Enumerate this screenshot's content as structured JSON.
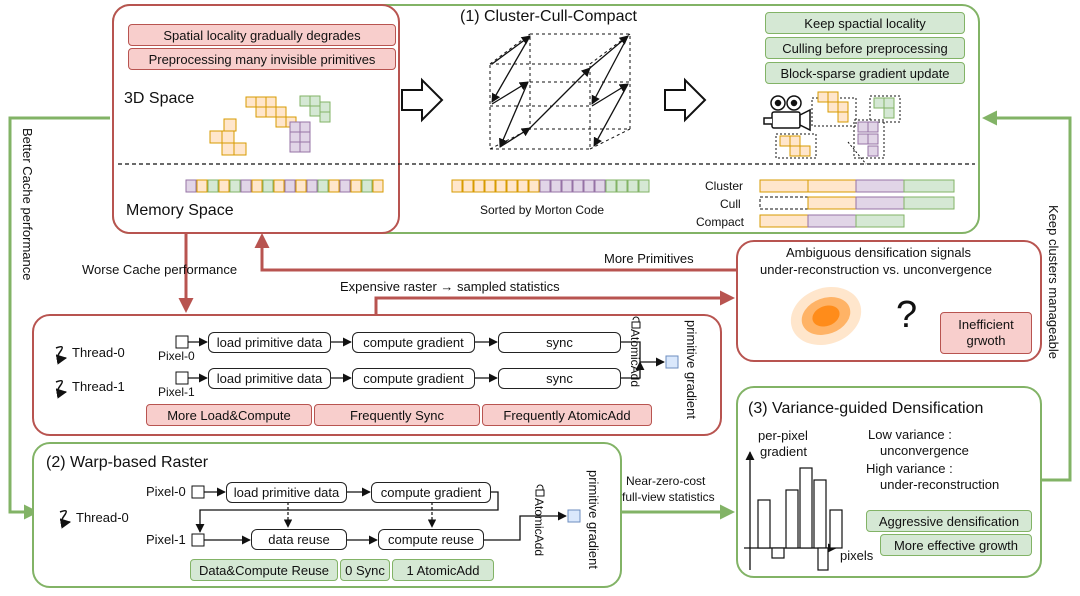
{
  "top": {
    "title": "(1) Cluster-Cull-Compact",
    "problems": [
      "Spatial locality gradually degrades",
      "Preprocessing many invisible primitives"
    ],
    "space_3d": "3D Space",
    "memory_space": "Memory Space",
    "sorted_label": "Sorted by Morton Code",
    "benefits": [
      "Keep spactial locality",
      "Culling before preprocessing",
      "Block-sparse gradient update"
    ],
    "stages": [
      "Cluster",
      "Cull",
      "Compact"
    ]
  },
  "side": {
    "left_label": "Better Cache performance",
    "right_label": "Keep clusters manageable"
  },
  "arrows": {
    "worse_cache": "Worse Cache performance",
    "more_primitives": "More Primitives",
    "expensive_raster": "Expensive raster → sampled statistics",
    "near_zero": [
      "Near-zero-cost",
      "full-view statistics"
    ]
  },
  "naive": {
    "threads": [
      "Thread-0",
      "Thread-1"
    ],
    "pixels": [
      "Pixel-0",
      "Pixel-1"
    ],
    "steps": [
      "load primitive data",
      "compute gradient",
      "sync"
    ],
    "atomic": "AtomicAdd",
    "output": "primitive gradient",
    "issues": [
      "More Load&Compute",
      "Frequently Sync",
      "Frequently AtomicAdd"
    ]
  },
  "ambiguous": {
    "title_lines": [
      "Ambiguous densification signals",
      "under-reconstruction vs. unconvergence"
    ],
    "question": "?",
    "issue_lines": [
      "Inefficient",
      "grwoth"
    ]
  },
  "warp": {
    "title": "(2) Warp-based Raster",
    "thread": "Thread-0",
    "pixels": [
      "Pixel-0",
      "Pixel-1"
    ],
    "steps": [
      "load primitive data",
      "compute gradient",
      "data reuse",
      "compute reuse"
    ],
    "atomic": "AtomicAdd",
    "output": "primitive gradient",
    "benefits": [
      "Data&Compute Reuse",
      "0 Sync",
      "1 AtomicAdd"
    ]
  },
  "variance": {
    "title": "(3) Variance-guided Densification",
    "ylabel_lines": [
      "per-pixel",
      "gradient"
    ],
    "xlabel": "pixels",
    "notes": [
      "Low variance :",
      "unconvergence",
      "High variance :",
      "under-reconstruction"
    ],
    "benefits": [
      "Aggressive densification",
      "More effective growth"
    ]
  },
  "colors": {
    "red_border": "#b85450",
    "red_fill": "#f8cecc",
    "green_border": "#82b366",
    "green_fill": "#d5e8d4",
    "yellow_fill": "#ffe6cc",
    "yellow_border": "#d79b00",
    "purple_fill": "#e1d5e7",
    "purple_border": "#9673a6",
    "blue_fill": "#dae8fc",
    "blue_border": "#6c8ebf",
    "orange": "#ff8c1a"
  }
}
